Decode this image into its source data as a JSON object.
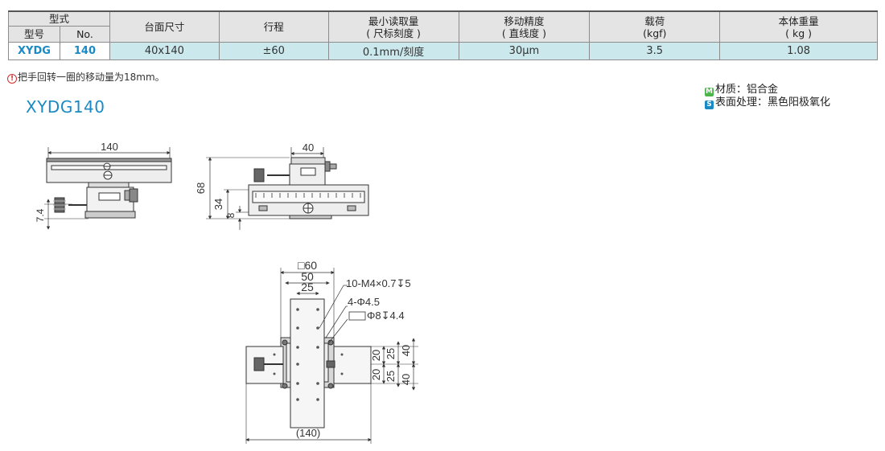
{
  "table": {
    "header_type": "型式",
    "header_model": "型号",
    "header_no": "No.",
    "col_table_size": "台面尺寸",
    "col_travel": "行程",
    "col_min_reading_l1": "最小读取量",
    "col_min_reading_l2": "( 尺标刻度 )",
    "col_accuracy_l1": "移动精度",
    "col_accuracy_l2": "( 直线度 )",
    "col_load_l1": "载荷",
    "col_load_l2": "(kgf)",
    "col_weight_l1": "本体重量",
    "col_weight_l2": "( kg )",
    "row": {
      "model": "XYDG",
      "no": "140",
      "table_size": "40x140",
      "travel": "±60",
      "min_reading": "0.1mm/刻度",
      "accuracy": "30μm",
      "load": "3.5",
      "weight": "1.08"
    }
  },
  "note": {
    "icon": "!",
    "text": "把手回转一圈的移动量为18mm。"
  },
  "title": "XYDG140",
  "info": {
    "material_badge": "M",
    "material": "材质：铝合金",
    "surface_badge": "S",
    "surface": "表面处理：黑色阳极氧化"
  },
  "dims": {
    "front_140": "140",
    "front_7_4": "7.4",
    "side_40": "40",
    "side_68": "68",
    "side_34": "34",
    "side_8": "8",
    "top_sq60": "□60",
    "top_50": "50",
    "top_25": "25",
    "top_tap": "10-M4×0.7↧5",
    "top_hole": "4-Φ4.5",
    "top_cbore": "Φ8↧4.4",
    "top_20a": "20",
    "top_20b": "20",
    "top_25a": "25",
    "top_25b": "25",
    "top_40a": "40",
    "top_40b": "40",
    "top_140": "(140)"
  }
}
